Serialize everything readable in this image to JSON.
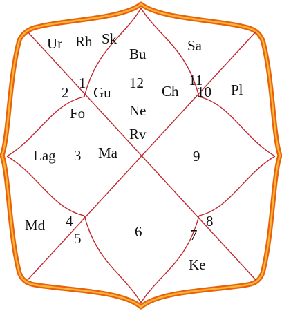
{
  "colors": {
    "frame_outer": "#e8620c",
    "frame_inner": "#fbb437",
    "line": "#c0272d"
  },
  "houses": {
    "h1": "1",
    "h2": "2",
    "h3": "3",
    "h4": "4",
    "h5": "5",
    "h6": "6",
    "h7": "7",
    "h8": "8",
    "h9": "9",
    "h10": "10",
    "h11": "11",
    "h12": "12"
  },
  "planets": {
    "ur": "Ur",
    "rh": "Rh",
    "sk": "Sk",
    "bu": "Bu",
    "sa": "Sa",
    "gu": "Gu",
    "ch": "Ch",
    "pl": "Pl",
    "fo": "Fo",
    "ne": "Ne",
    "rv": "Rv",
    "lag": "Lag",
    "ma": "Ma",
    "md": "Md",
    "ke": "Ke"
  }
}
